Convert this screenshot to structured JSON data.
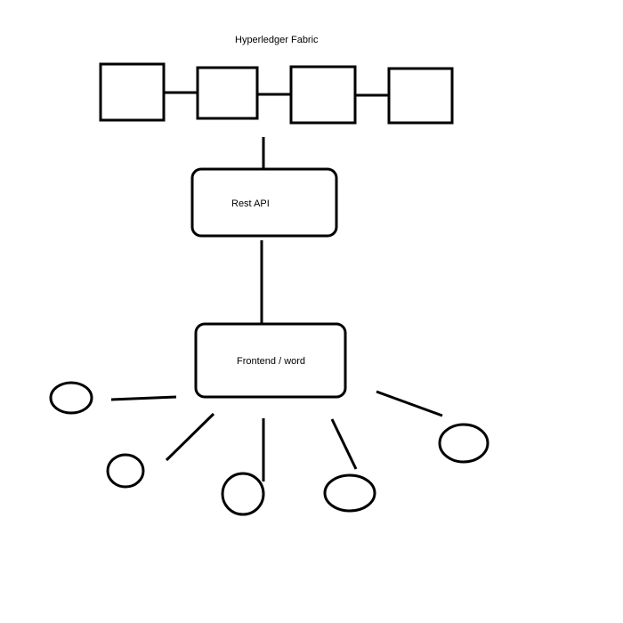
{
  "diagram": {
    "title": "Hyperledger Fabric",
    "api_label": "Rest API",
    "frontend_label": "Frontend / word",
    "colors": {
      "stroke": "#000000",
      "background": "#ffffff"
    }
  }
}
